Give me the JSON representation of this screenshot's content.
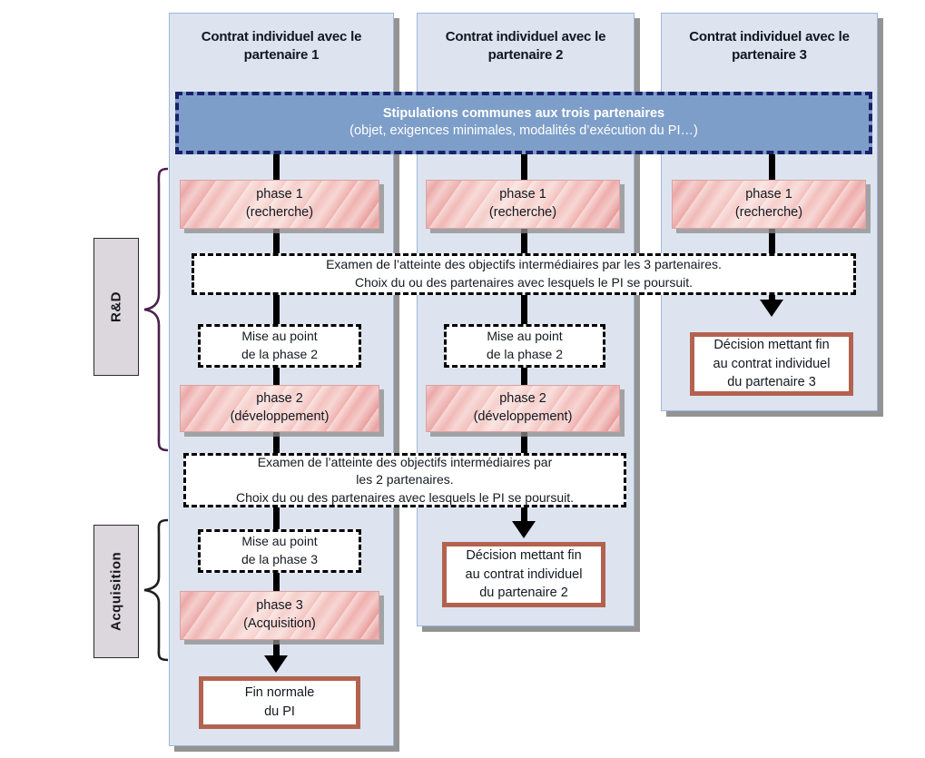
{
  "diagram": {
    "title": "Contrats individuels partenaires - phases R&D et Acquisition",
    "colors": {
      "column_bg": "#dde4f0",
      "column_border": "#9db7dd",
      "banner_bg": "#7d9ec8",
      "banner_border": "#18216b",
      "phase_fill": "#eeb0ad",
      "phase_border": "#d9a3a3",
      "endbox_border": "#b3624f",
      "dash_border": "#000000",
      "connector": "#000000",
      "sidelabel_bg": "#dcd6dd",
      "brace": "#4a1f4a",
      "page_bg": "#ffffff"
    }
  },
  "columns": [
    {
      "id": "col1",
      "title_line1": "Contrat individuel avec le",
      "title_line2": "partenaire 1"
    },
    {
      "id": "col2",
      "title_line1": "Contrat individuel avec le",
      "title_line2": "partenaire 2"
    },
    {
      "id": "col3",
      "title_line1": "Contrat individuel avec le",
      "title_line2": "partenaire 3"
    }
  ],
  "banner": {
    "line1": "Stipulations communes aux trois partenaires",
    "line2": "(objet, exigences minimales, modalités d’exécution du PI…)"
  },
  "phases": {
    "p1_c1_l1": "phase 1",
    "p1_c1_l2": "(recherche)",
    "p1_c2_l1": "phase 1",
    "p1_c2_l2": "(recherche)",
    "p1_c3_l1": "phase 1",
    "p1_c3_l2": "(recherche)",
    "p2_c1_l1": "phase 2",
    "p2_c1_l2": "(développement)",
    "p2_c2_l1": "phase 2",
    "p2_c2_l2": "(développement)",
    "p3_c1_l1": "phase 3",
    "p3_c1_l2": "(Acquisition)"
  },
  "reviews": {
    "review1_line1": "Examen de l’atteinte des objectifs intermédiaires par les 3 partenaires.",
    "review1_line2": "Choix du ou des partenaires avec lesquels le PI se poursuit.",
    "review2_line1": "Examen de l’atteinte des objectifs intermédiaires par",
    "review2_line2": "les 2 partenaires.",
    "review2_line3": "Choix du ou des partenaires avec lesquels le PI se poursuit."
  },
  "tuning": {
    "mise2_c1_l1": "Mise au point",
    "mise2_c1_l2": "de la phase 2",
    "mise2_c2_l1": "Mise au point",
    "mise2_c2_l2": "de la phase 2",
    "mise3_c1_l1": "Mise au point",
    "mise3_c1_l2": "de la phase 3"
  },
  "decisions": {
    "end3_l1": "Décision mettant fin",
    "end3_l2": "au contrat individuel",
    "end3_l3": "du partenaire 3",
    "end2_l1": "Décision mettant fin",
    "end2_l2": "au contrat individuel",
    "end2_l3": "du partenaire 2",
    "final_l1": "Fin normale",
    "final_l2": "du PI"
  },
  "side_labels": {
    "rd": "R&D",
    "acquisition": "Acquisition"
  }
}
